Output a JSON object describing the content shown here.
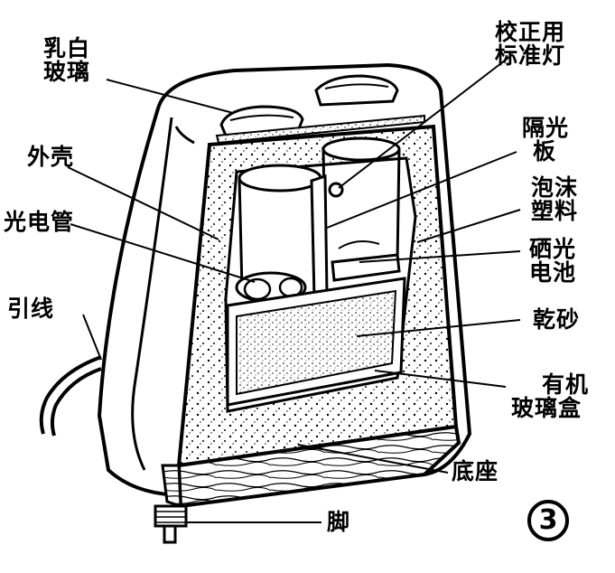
{
  "labels": {
    "milk_glass_1": "乳白",
    "milk_glass_2": "玻璃",
    "calib_lamp_1": "校正用",
    "calib_lamp_2": "标准灯",
    "shade_1": "隔光",
    "shade_2": "板",
    "shell": "外壳",
    "foam_1": "泡沫",
    "foam_2": "塑料",
    "phototube": "光电管",
    "selenium_1": "硒光",
    "selenium_2": "电池",
    "lead_wire": "引线",
    "silica_gel": "乾砂",
    "plexi_1": "有机",
    "plexi_2": "玻璃盒",
    "base": "底座",
    "foot": "脚"
  },
  "figure_number": "3"
}
